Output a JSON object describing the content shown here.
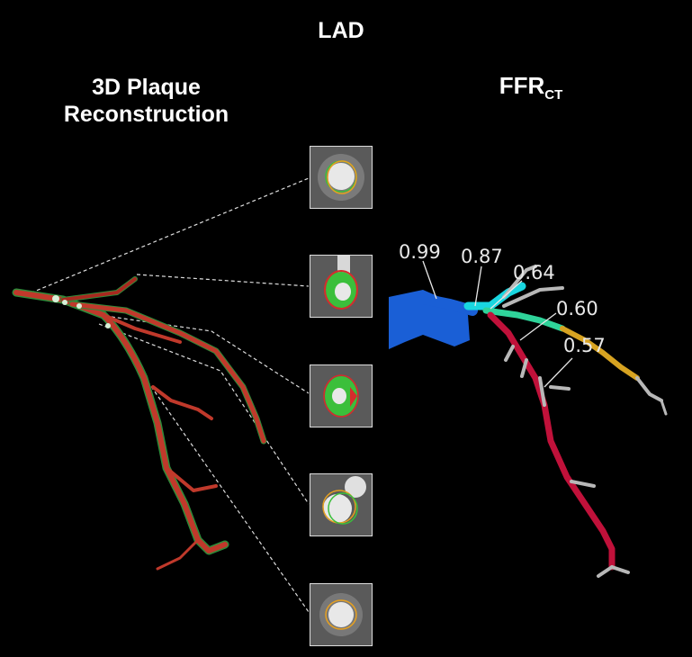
{
  "figure": {
    "main_title": "LAD",
    "left_title_line1": "3D Plaque",
    "left_title_line2": "Reconstruction",
    "right_title_main": "FFR",
    "right_title_sub": "CT"
  },
  "ffr_values": [
    "0.99",
    "0.87",
    "0.64",
    "0.60",
    "0.57"
  ],
  "colors": {
    "background": "#000000",
    "vessel_red": "#c0392b",
    "plaque_green": "#2e8b3a",
    "ffr_blue": "#1a5fd6",
    "ffr_cyan": "#19d6e0",
    "ffr_green": "#2fd39a",
    "ffr_crimson": "#c0113a",
    "ffr_yellow": "#d7a321",
    "branch_gray": "#b8b8b8"
  },
  "cross_sections": [
    {
      "name": "section-1",
      "rings": [
        "green",
        "orange"
      ]
    },
    {
      "name": "section-2",
      "rings": [
        "red",
        "green"
      ]
    },
    {
      "name": "section-3",
      "rings": [
        "red",
        "green"
      ]
    },
    {
      "name": "section-4",
      "rings": [
        "orange",
        "green"
      ]
    },
    {
      "name": "section-5",
      "rings": [
        "orange"
      ]
    }
  ]
}
